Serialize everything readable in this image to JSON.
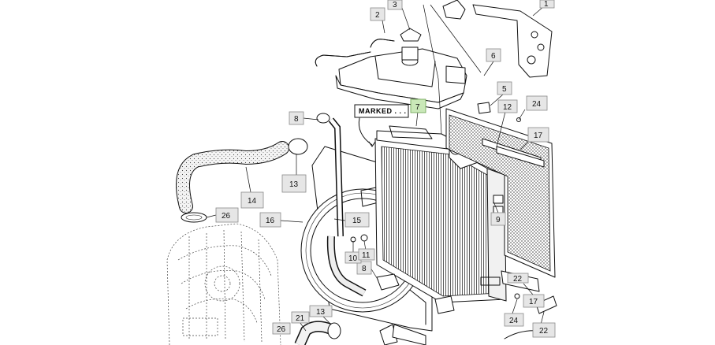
{
  "marked_label": "MARKED . . .",
  "callouts": [
    {
      "id": "c1",
      "label": "1",
      "highlight": false
    },
    {
      "id": "c2",
      "label": "2",
      "highlight": false
    },
    {
      "id": "c3",
      "label": "3",
      "highlight": false
    },
    {
      "id": "c5",
      "label": "5",
      "highlight": false
    },
    {
      "id": "c6",
      "label": "6",
      "highlight": false
    },
    {
      "id": "c7",
      "label": "7",
      "highlight": true
    },
    {
      "id": "c8a",
      "label": "8",
      "highlight": false
    },
    {
      "id": "c8b",
      "label": "8",
      "highlight": false
    },
    {
      "id": "c9",
      "label": "9",
      "highlight": false
    },
    {
      "id": "c10",
      "label": "10",
      "highlight": false
    },
    {
      "id": "c11",
      "label": "11",
      "highlight": false
    },
    {
      "id": "c12",
      "label": "12",
      "highlight": false
    },
    {
      "id": "c13a",
      "label": "13",
      "highlight": false
    },
    {
      "id": "c13b",
      "label": "13",
      "highlight": false
    },
    {
      "id": "c14",
      "label": "14",
      "highlight": false
    },
    {
      "id": "c15",
      "label": "15",
      "highlight": false
    },
    {
      "id": "c16",
      "label": "16",
      "highlight": false
    },
    {
      "id": "c17a",
      "label": "17",
      "highlight": false
    },
    {
      "id": "c17b",
      "label": "17",
      "highlight": false
    },
    {
      "id": "c21",
      "label": "21",
      "highlight": false
    },
    {
      "id": "c22a",
      "label": "22",
      "highlight": false
    },
    {
      "id": "c22b",
      "label": "22",
      "highlight": false
    },
    {
      "id": "c24a",
      "label": "24",
      "highlight": false
    },
    {
      "id": "c24b",
      "label": "24",
      "highlight": false
    },
    {
      "id": "c26a",
      "label": "26",
      "highlight": false
    },
    {
      "id": "c26b",
      "label": "26",
      "highlight": false
    }
  ]
}
